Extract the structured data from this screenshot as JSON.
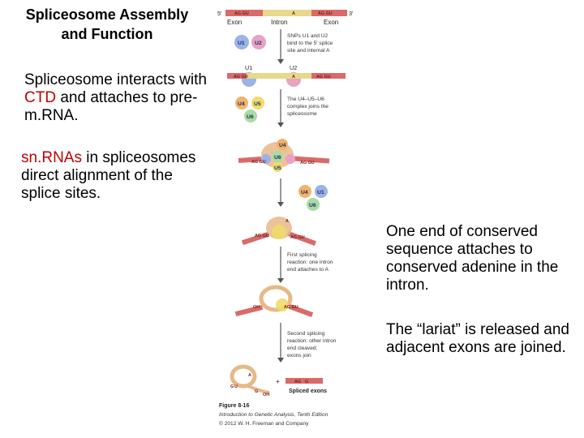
{
  "slide": {
    "title_line1": "Spliceosome Assembly",
    "title_line2": "and Function",
    "para1": {
      "before": "Spliceosome interacts with ",
      "highlight": "CTD",
      "after": " and attaches to pre-m.RNA."
    },
    "para2": {
      "highlight": "sn.RNAs",
      "after": " in spliceosomes direct alignment of the splice sites."
    },
    "para3": "One end of conserved sequence attaches to conserved adenine in the intron.",
    "para4": "The “lariat” is released and adjacent exons are joined.",
    "highlight_color": "#c00000"
  },
  "figure": {
    "five_prime": "5′",
    "three_prime": "3′",
    "seq_ag_gu": "AG GU",
    "seq_a": "A",
    "exon_left": "Exon",
    "intron": "Intron",
    "exon_right": "Exon",
    "snrnp_u1": "U1",
    "snrnp_u2": "U2",
    "snrnp_u4": "U4",
    "snrnp_u5": "U5",
    "snrnp_u6": "U6",
    "step1": [
      "SNPs U1 and U2",
      "bind to the 5′ splice",
      "site and internal A"
    ],
    "step2": [
      "The U4–U5–U6",
      "complex joins the",
      "spliceosome"
    ],
    "step3": [
      "First splicing",
      "reaction: one intron",
      "end attaches to A"
    ],
    "step4": [
      "Second splicing",
      "reaction: other intron",
      "end cleaved;",
      "exons join"
    ],
    "oh": "OH",
    "lariat_g": "G",
    "lariat_u": "U",
    "ag": "AG",
    "g": "G",
    "plus": "+",
    "spliced_exons": "Spliced exons",
    "figure_number": "Figure 8-16",
    "book_line": "Introduction to Genetic Analysis, Tenth Edition",
    "copyright": "© 2012 W. H. Freeman and Company"
  },
  "colors": {
    "exon": "#d96a6a",
    "intron": "#e8d88c",
    "u1": "#9bb3e6",
    "u2": "#e7a3c2",
    "u4": "#f2b36a",
    "u5": "#f0dc6a",
    "u6": "#a9dca0",
    "lariat": "#e6b98a"
  }
}
